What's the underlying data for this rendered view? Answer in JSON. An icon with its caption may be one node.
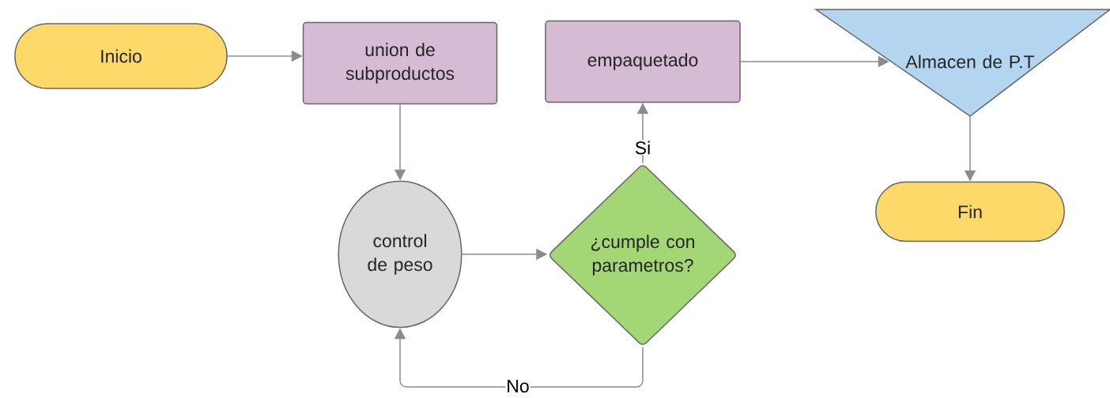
{
  "diagram": {
    "nodes": [
      {
        "text": [
          "Inicio"
        ]
      },
      {
        "text": [
          "union de subproductos"
        ]
      },
      {
        "text": [
          "control de peso"
        ]
      },
      {
        "text": [
          "¿cumple con parametros?"
        ]
      },
      {
        "text": [
          "empaquetado"
        ]
      },
      {
        "text": [
          "Almacen de P.T"
        ]
      },
      {
        "text": [
          "Fin"
        ]
      }
    ],
    "edges": [
      {
        "from": 0,
        "to": 1,
        "arrow": "to"
      },
      {
        "from": 1,
        "to": 2,
        "arrow": "to"
      },
      {
        "from": 2,
        "to": 3,
        "arrow": "to"
      },
      {
        "from": 3,
        "to": 4,
        "arrow": "to",
        "label": "Si"
      },
      {
        "from": 3,
        "to": 2,
        "arrow": "to",
        "label": "No"
      },
      {
        "from": 4,
        "to": 5,
        "arrow": "to"
      },
      {
        "from": 5,
        "to": 6,
        "arrow": "to"
      }
    ]
  }
}
